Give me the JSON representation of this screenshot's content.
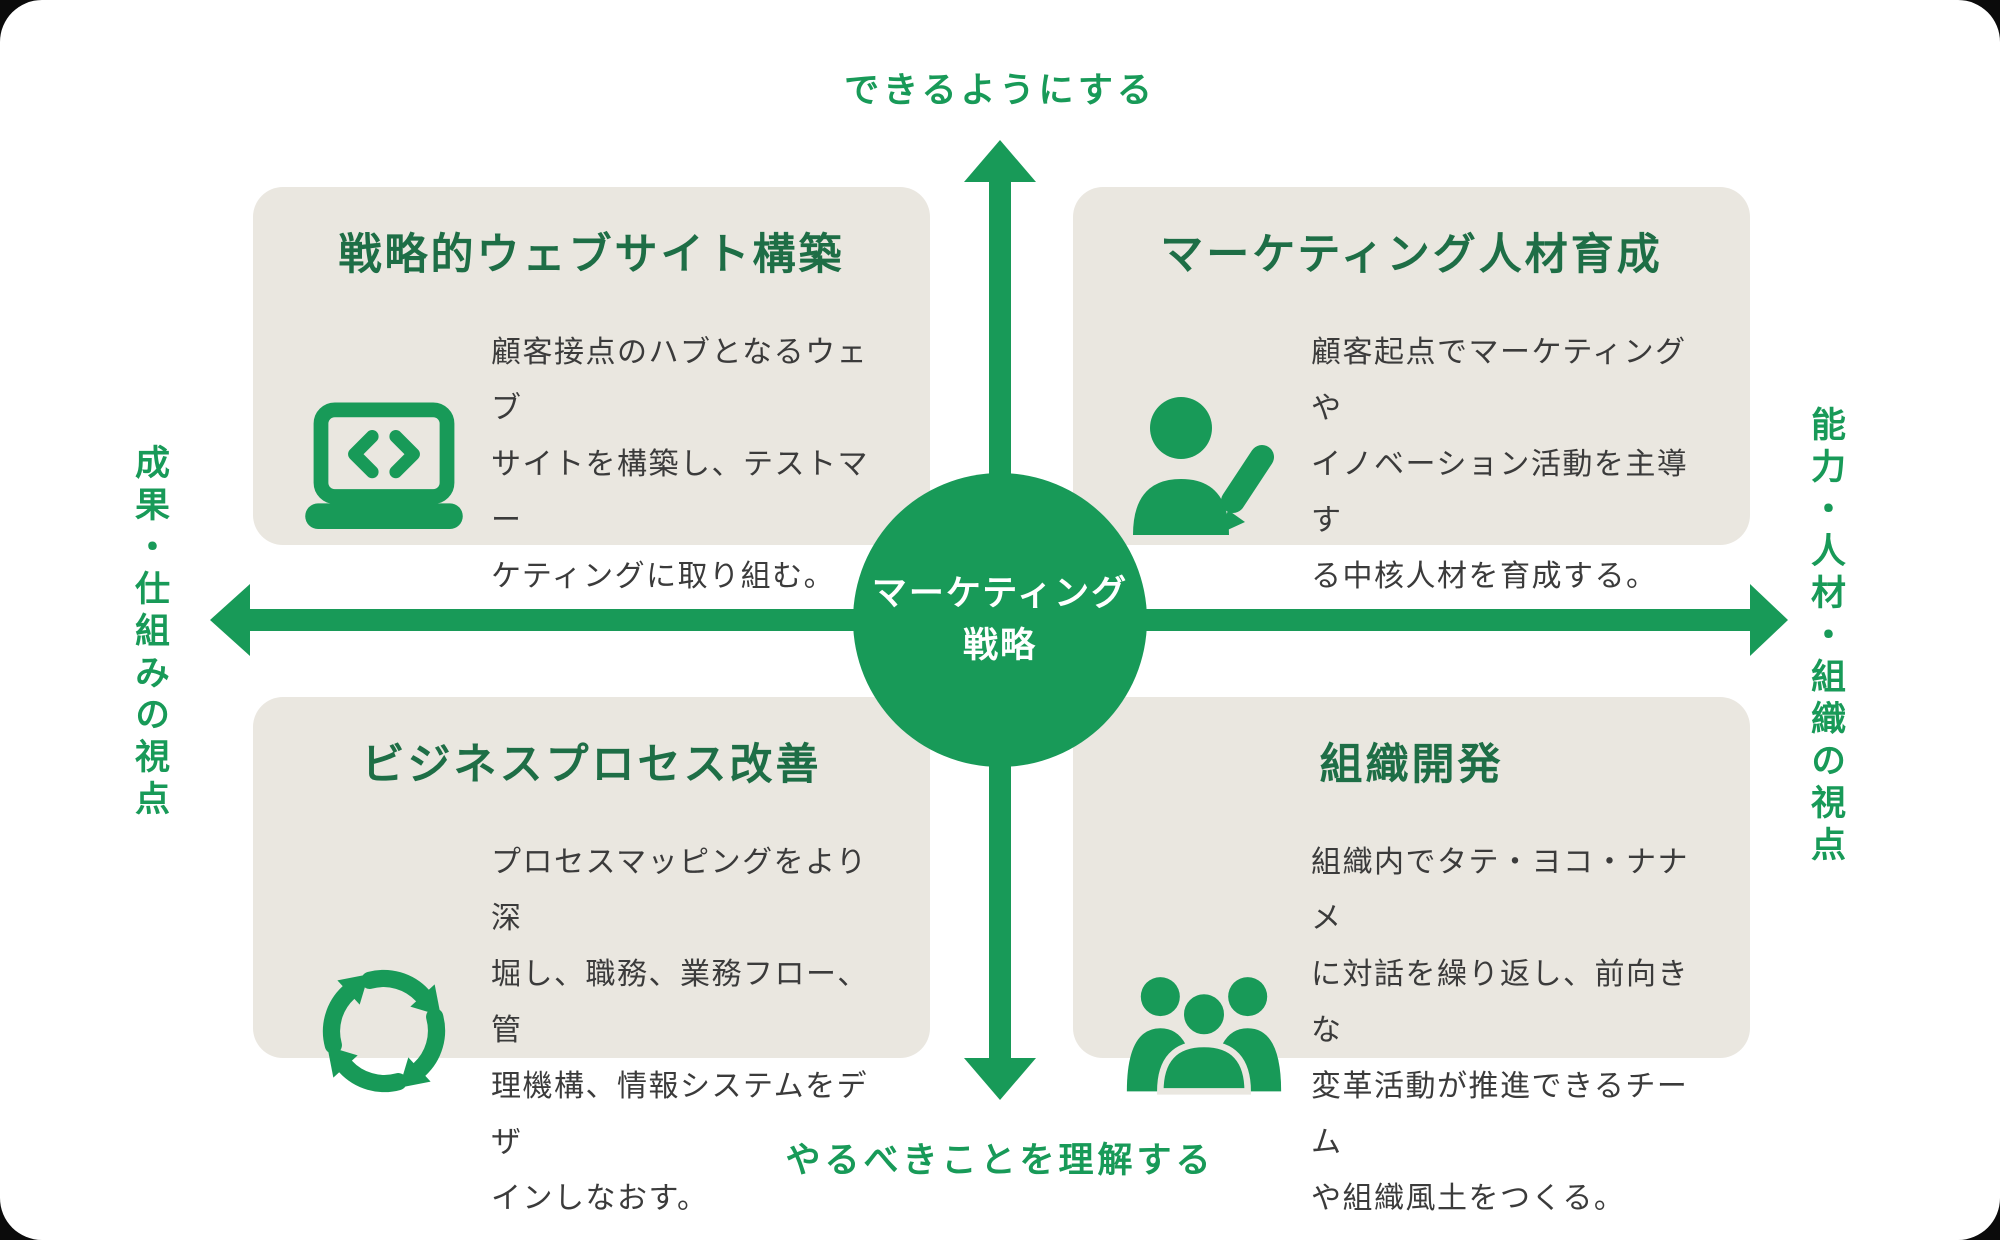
{
  "colors": {
    "green": "#189a58",
    "dark_green": "#1e6e46",
    "card_bg": "#eae7e0",
    "body_text": "#3b3b3b",
    "circle_text": "#ffffff"
  },
  "axes": {
    "top_label": "できるようにする",
    "bottom_label": "やるべきことを理解する",
    "left_label": "成果・仕組みの視点",
    "right_label": "能力・人材・組織の視点"
  },
  "center": {
    "line1": "マーケティング",
    "line2": "戦略"
  },
  "quadrants": [
    {
      "position": "top-left",
      "title": "戦略的ウェブサイト構築",
      "icon": "laptop-code-icon",
      "body": "顧客接点のハブとなるウェブ\nサイトを構築し、テストマー\nケティングに取り組む。"
    },
    {
      "position": "top-right",
      "title": "マーケティング人材育成",
      "icon": "person-edit-icon",
      "body": "顧客起点でマーケティングや\nイノベーション活動を主導す\nる中核人材を育成する。"
    },
    {
      "position": "bottom-left",
      "title": "ビジネスプロセス改善",
      "icon": "cycle-arrows-icon",
      "body": "プロセスマッピングをより深\n堀し、職務、業務フロー、管\n理機構、情報システムをデザ\nインしなおす。"
    },
    {
      "position": "bottom-right",
      "title": "組織開発",
      "icon": "people-group-icon",
      "body": "組織内でタテ・ヨコ・ナナメ\nに対話を繰り返し、前向きな\n変革活動が推進できるチーム\nや組織風土をつくる。"
    }
  ]
}
